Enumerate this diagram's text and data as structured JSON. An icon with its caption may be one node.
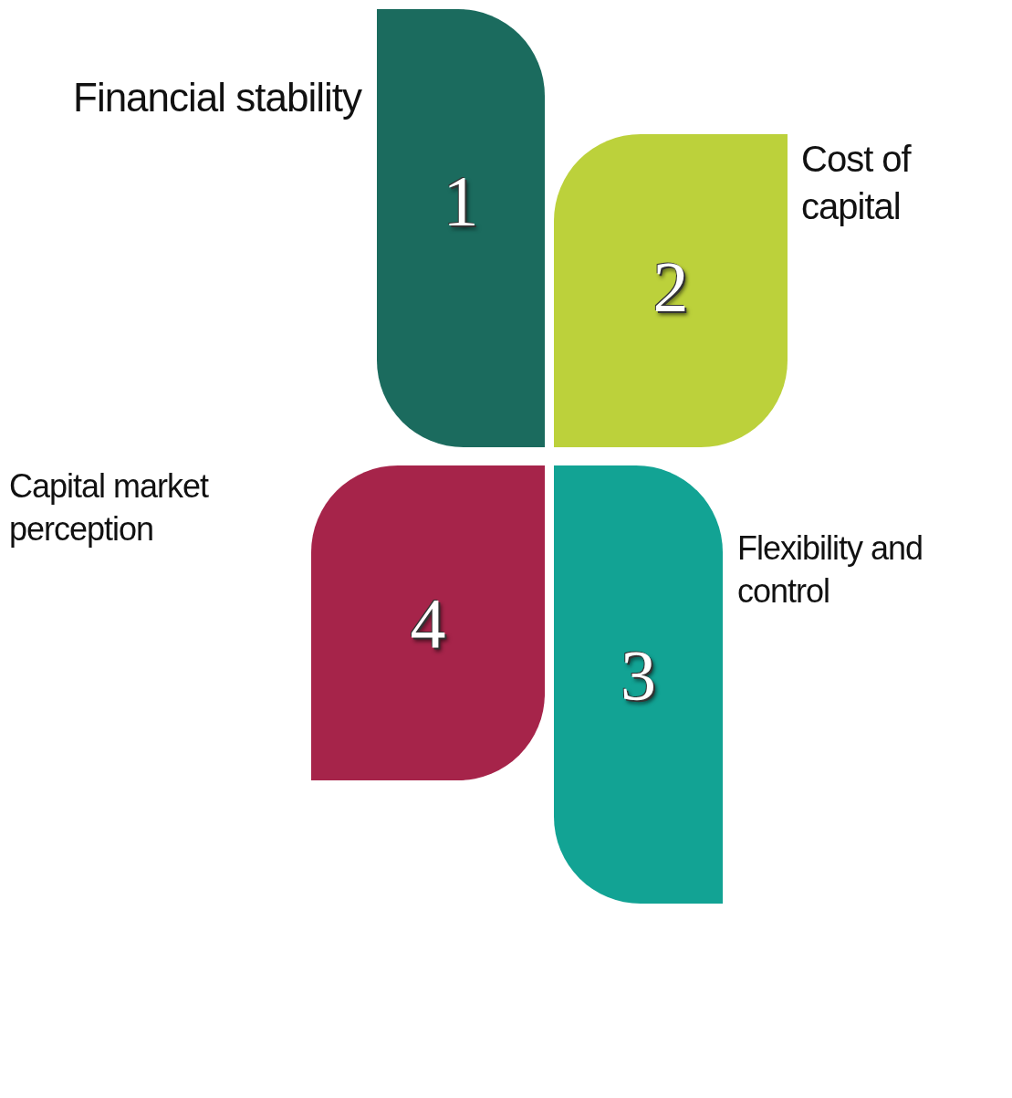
{
  "diagram": {
    "nodes": [
      {
        "text": [
          "1"
        ],
        "beside": [
          "Financial stability"
        ]
      },
      {
        "text": [
          "2"
        ],
        "beside": [
          "Cost of capital"
        ]
      },
      {
        "text": [
          "4"
        ],
        "beside": [
          "Capital market perception"
        ]
      },
      {
        "text": [
          "3"
        ],
        "beside": [
          "Flexibility and control"
        ]
      }
    ]
  }
}
